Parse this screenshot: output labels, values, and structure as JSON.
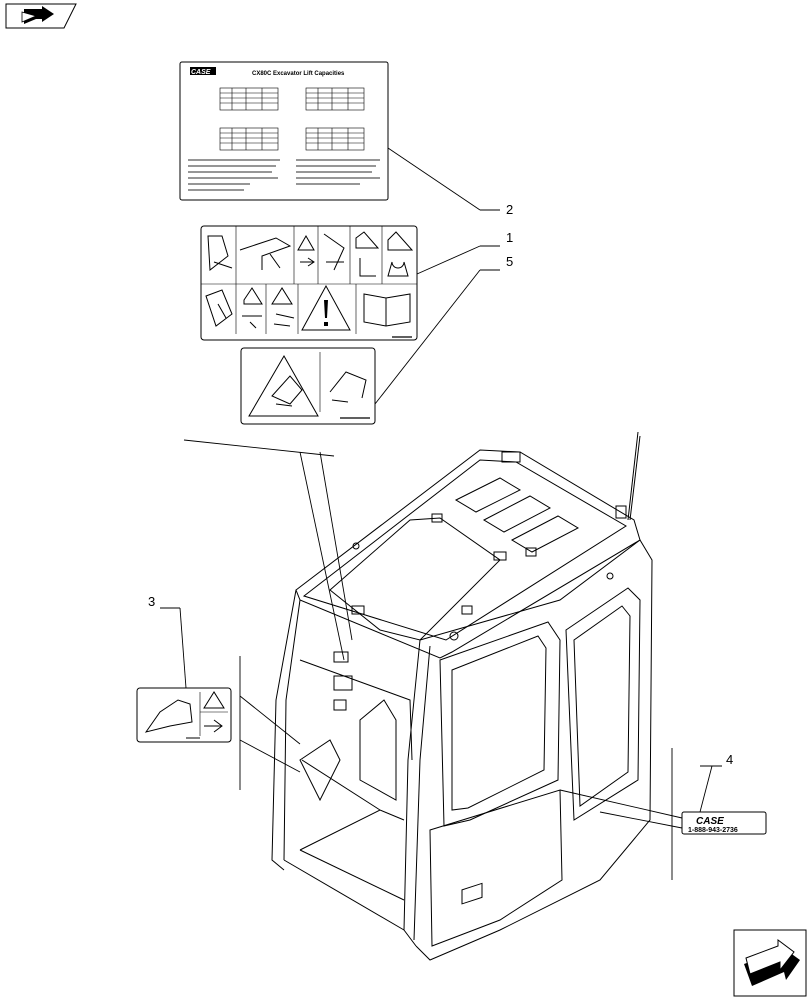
{
  "nav": {
    "top_left_icon": "book-arrow-icon",
    "bottom_right_icon": "next-page-arrow-icon"
  },
  "callouts": [
    "2",
    "1",
    "5",
    "3",
    "4"
  ],
  "decal_lift": {
    "logo": "CASE",
    "title": "CX80C Excavator Lift Capacities"
  },
  "decal_case": {
    "logo": "CASE",
    "phone": "1-888-943-2736"
  }
}
